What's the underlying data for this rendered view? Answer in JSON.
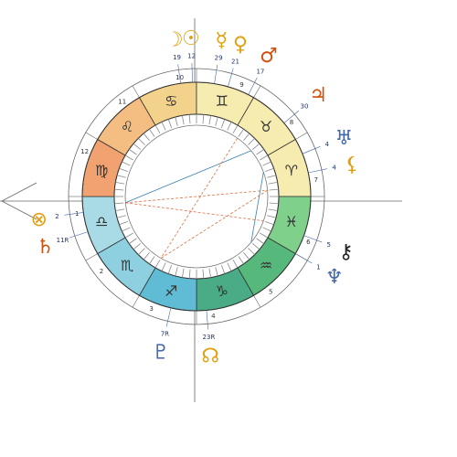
{
  "chart_data": {
    "type": "astrological-natal-wheel",
    "house_numbers": [
      "1",
      "2",
      "3",
      "4",
      "5",
      "6",
      "7",
      "8",
      "9",
      "10",
      "11",
      "12"
    ],
    "ascendant_deg": 180,
    "house_cusps_deg": [
      180,
      210,
      240,
      270,
      300,
      330,
      0,
      30,
      60,
      90,
      120,
      150
    ],
    "signs": [
      {
        "glyph": "♋",
        "lon": 105,
        "color": "#f3d38b"
      },
      {
        "glyph": "♊",
        "lon": 75,
        "color": "#f7ecb0"
      },
      {
        "glyph": "♉",
        "lon": 45,
        "color": "#f7ecb0"
      },
      {
        "glyph": "♈",
        "lon": 15,
        "color": "#f7ecb0"
      },
      {
        "glyph": "♓",
        "lon": -15,
        "color": "#7ed08b"
      },
      {
        "glyph": "♒",
        "lon": -45,
        "color": "#57b87b"
      },
      {
        "glyph": "♑",
        "lon": -75,
        "color": "#49ac86"
      },
      {
        "glyph": "♐",
        "lon": -105,
        "color": "#5fbcd4"
      },
      {
        "glyph": "♏",
        "lon": -135,
        "color": "#8fd0e0"
      },
      {
        "glyph": "♎",
        "lon": -165,
        "color": "#a9dbe6"
      },
      {
        "glyph": "♍",
        "lon": 165,
        "color": "#f1a270"
      },
      {
        "glyph": "♌",
        "lon": 135,
        "color": "#f4be82"
      }
    ],
    "planets": [
      {
        "name": "moon",
        "glyph": "☽",
        "deg_label": "19",
        "lon": 98,
        "color": "#e0a010"
      },
      {
        "name": "sun",
        "glyph": "☉",
        "deg_label": "12",
        "lon": 92,
        "color": "#e0a010"
      },
      {
        "name": "mercury",
        "glyph": "☿",
        "deg_label": "29",
        "lon": 81,
        "color": "#e0a010"
      },
      {
        "name": "venus",
        "glyph": "♀",
        "deg_label": "21",
        "lon": 74,
        "color": "#e0a010"
      },
      {
        "name": "mars",
        "glyph": "♂",
        "deg_label": "17",
        "lon": 63,
        "color": "#d05010"
      },
      {
        "name": "jupiter",
        "glyph": "♃",
        "deg_label": "30",
        "lon": 40,
        "color": "#d05010"
      },
      {
        "name": "uranus",
        "glyph": "♅",
        "deg_label": "4",
        "lon": 22,
        "color": "#4466aa"
      },
      {
        "name": "lilith",
        "glyph": "⚸",
        "deg_label": "4",
        "lon": 12,
        "color": "#e0a010"
      },
      {
        "name": "chiron",
        "glyph": "⚷",
        "deg_label": "5",
        "lon": -20,
        "color": "#222222"
      },
      {
        "name": "neptune",
        "glyph": "♆",
        "deg_label": "1",
        "lon": -30,
        "color": "#4466aa"
      },
      {
        "name": "pluto",
        "glyph": "♇",
        "deg_label": "7R",
        "lon": -103,
        "color": "#4466aa"
      },
      {
        "name": "node",
        "glyph": "☊",
        "deg_label": "23R",
        "lon": -85,
        "color": "#e0a010"
      },
      {
        "name": "saturn",
        "glyph": "♄",
        "deg_label": "11R",
        "lon": -162,
        "color": "#d05010"
      },
      {
        "name": "fortune",
        "glyph": "⊗",
        "deg_label": "2",
        "lon": -172,
        "color": "#e0a010"
      }
    ],
    "aspects": [
      {
        "from": -175,
        "to": 40,
        "color": "#3a7fb0",
        "style": "solid"
      },
      {
        "from": -175,
        "to": -20,
        "color": "#e07040",
        "style": "dashed"
      },
      {
        "from": -175,
        "to": 5,
        "color": "#e07040",
        "style": "dashed"
      },
      {
        "from": 5,
        "to": -120,
        "color": "#e07040",
        "style": "dashed"
      },
      {
        "from": 55,
        "to": -120,
        "color": "#e07040",
        "style": "dashed"
      },
      {
        "from": 20,
        "to": -40,
        "color": "#3a7fb0",
        "style": "solid"
      }
    ]
  }
}
